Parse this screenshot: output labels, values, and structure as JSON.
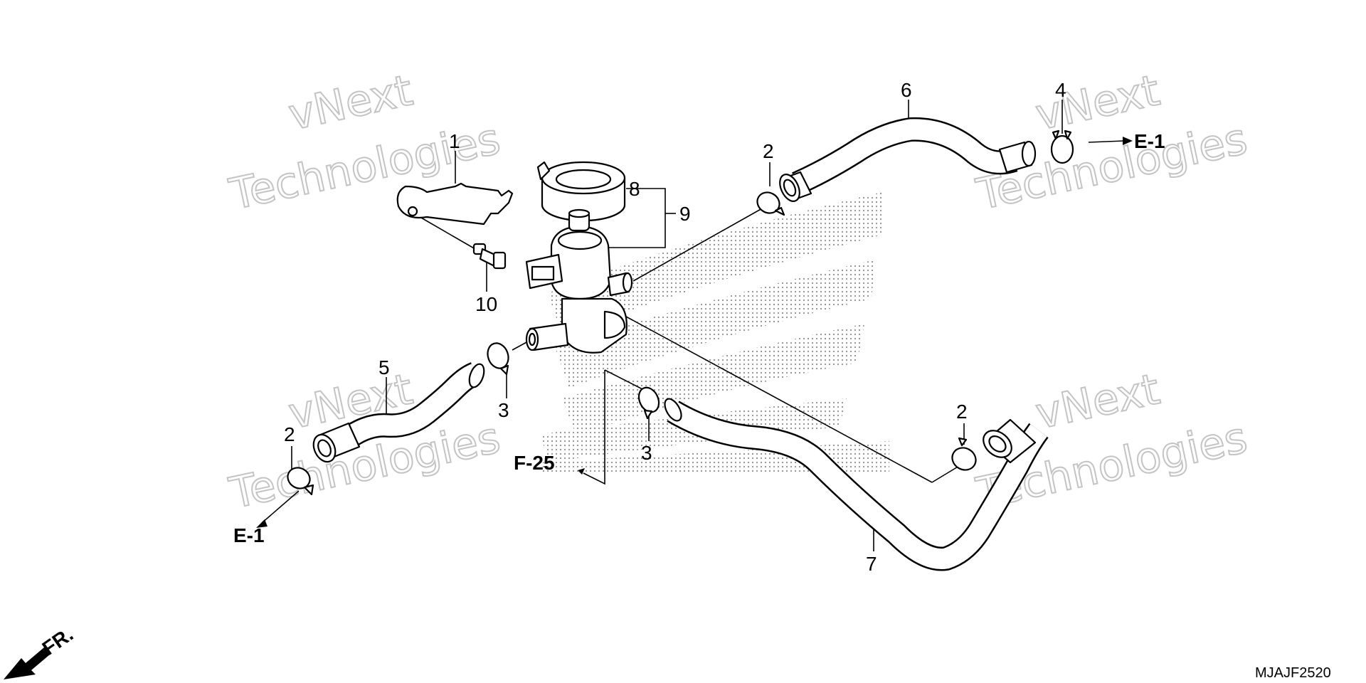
{
  "callouts": {
    "c1": "1",
    "c2a": "2",
    "c2b": "2",
    "c2c": "2",
    "c3a": "3",
    "c3b": "3",
    "c4": "4",
    "c5": "5",
    "c6": "6",
    "c7": "7",
    "c8": "8",
    "c9": "9",
    "c10": "10"
  },
  "references": {
    "e1_left": "E-1",
    "e1_right": "E-1",
    "f25": "F-25"
  },
  "front_marker": "FR.",
  "diagram_code": "MJAJF2520",
  "watermark": {
    "line1": "vNext",
    "line2": "Technologies"
  },
  "icons": [
    "front-direction-arrow-icon",
    "leader-arrow-icon"
  ]
}
